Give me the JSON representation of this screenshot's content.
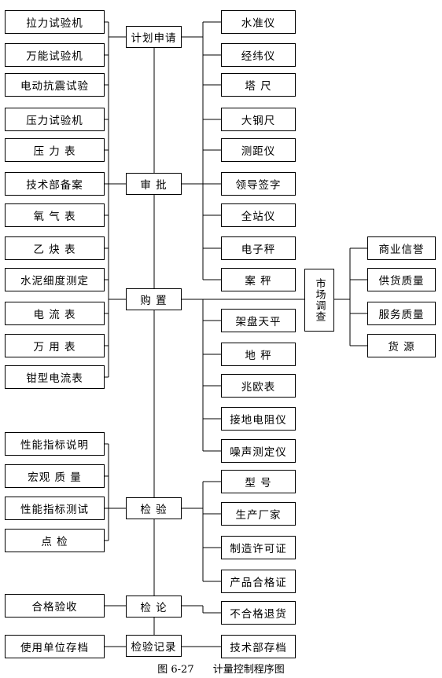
{
  "left": [
    "拉力试验机",
    "万能试验机",
    "电动抗震试验",
    "压力试验机",
    "压 力 表",
    "技术部备案",
    "氧 气 表",
    "乙 炔 表",
    "水泥细度测定",
    "电 流 表",
    "万 用 表",
    "钳型电流表",
    "性能指标说明",
    "宏观 质 量",
    "性能指标测试",
    "点 检",
    "合格验收",
    "使用单位存档"
  ],
  "center": [
    "计划申请",
    "审 批",
    "购 置",
    "检 验",
    "检 论",
    "检验记录"
  ],
  "right": [
    "水准仪",
    "经纬仪",
    "塔 尺",
    "大钢尺",
    "测距仪",
    "领导签字",
    "全站仪",
    "电子秤",
    "案 秤",
    "架盘天平",
    "地 秤",
    "兆欧表",
    "接地电阻仪",
    "噪声测定仪",
    "型 号",
    "生产厂家",
    "制造许可证",
    "产品合格证",
    "不合格退货",
    "技术部存档"
  ],
  "market": "市场调查",
  "far_right": [
    "商业信誉",
    "供货质量",
    "服务质量",
    "货 源"
  ],
  "caption": {
    "number": "图 6-27",
    "title": "计量控制程序图"
  }
}
